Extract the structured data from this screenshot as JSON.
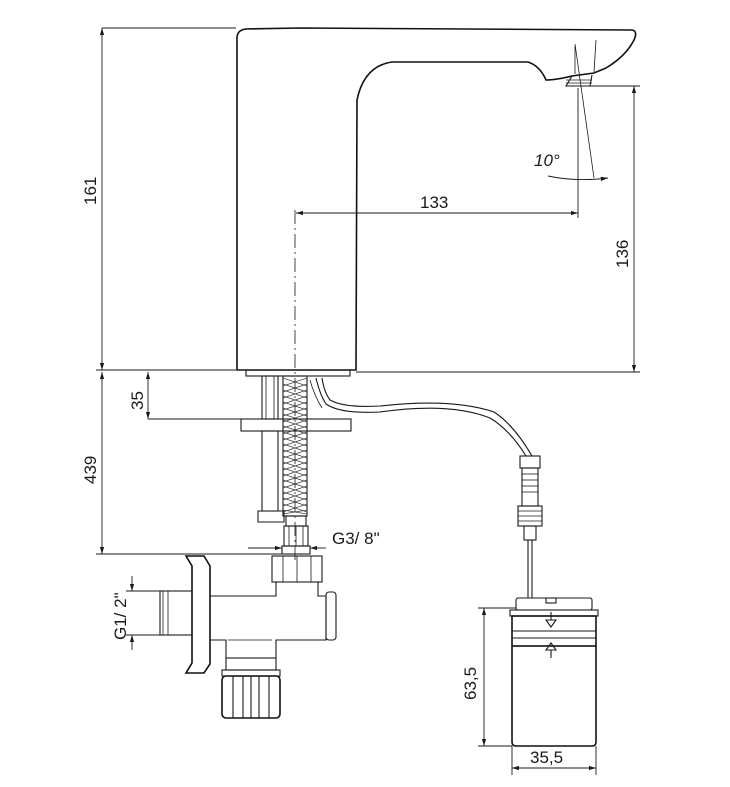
{
  "dimensions": {
    "height_total": "161",
    "reach": "133",
    "spout_height": "136",
    "angle": "10°",
    "deck_thickness": "35",
    "supply_length": "439",
    "thread_outlet": "G3/ 8\"",
    "thread_inlet": "G1/ 2\"",
    "box_height": "63,5",
    "box_width": "35,5"
  }
}
